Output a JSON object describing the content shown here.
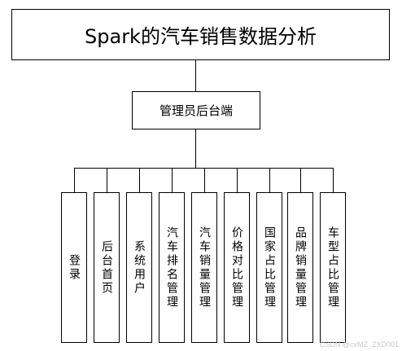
{
  "diagram": {
    "root": "Spark的汽车销售数据分析",
    "middle": "管理员后台端",
    "leaves": [
      "登录",
      "后台首页",
      "系统用户",
      "汽车排名管理",
      "汽车销量管理",
      "价格对比管理",
      "国家占比管理",
      "品牌销量管理",
      "车型占比管理"
    ]
  },
  "watermark": "CSDN @cvMZ_ZXD001"
}
